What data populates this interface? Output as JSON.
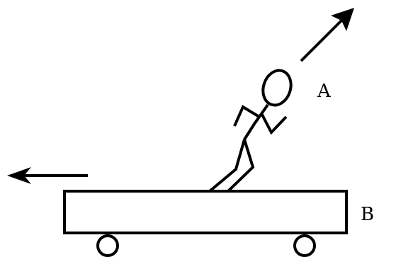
{
  "labels": {
    "person": "A",
    "cart": "B"
  },
  "colors": {
    "stroke": "#000000",
    "background": "#ffffff"
  },
  "icons": {
    "person": "stick-figure-jumping",
    "cart_motion": "arrow-left",
    "person_motion": "arrow-up-right"
  }
}
